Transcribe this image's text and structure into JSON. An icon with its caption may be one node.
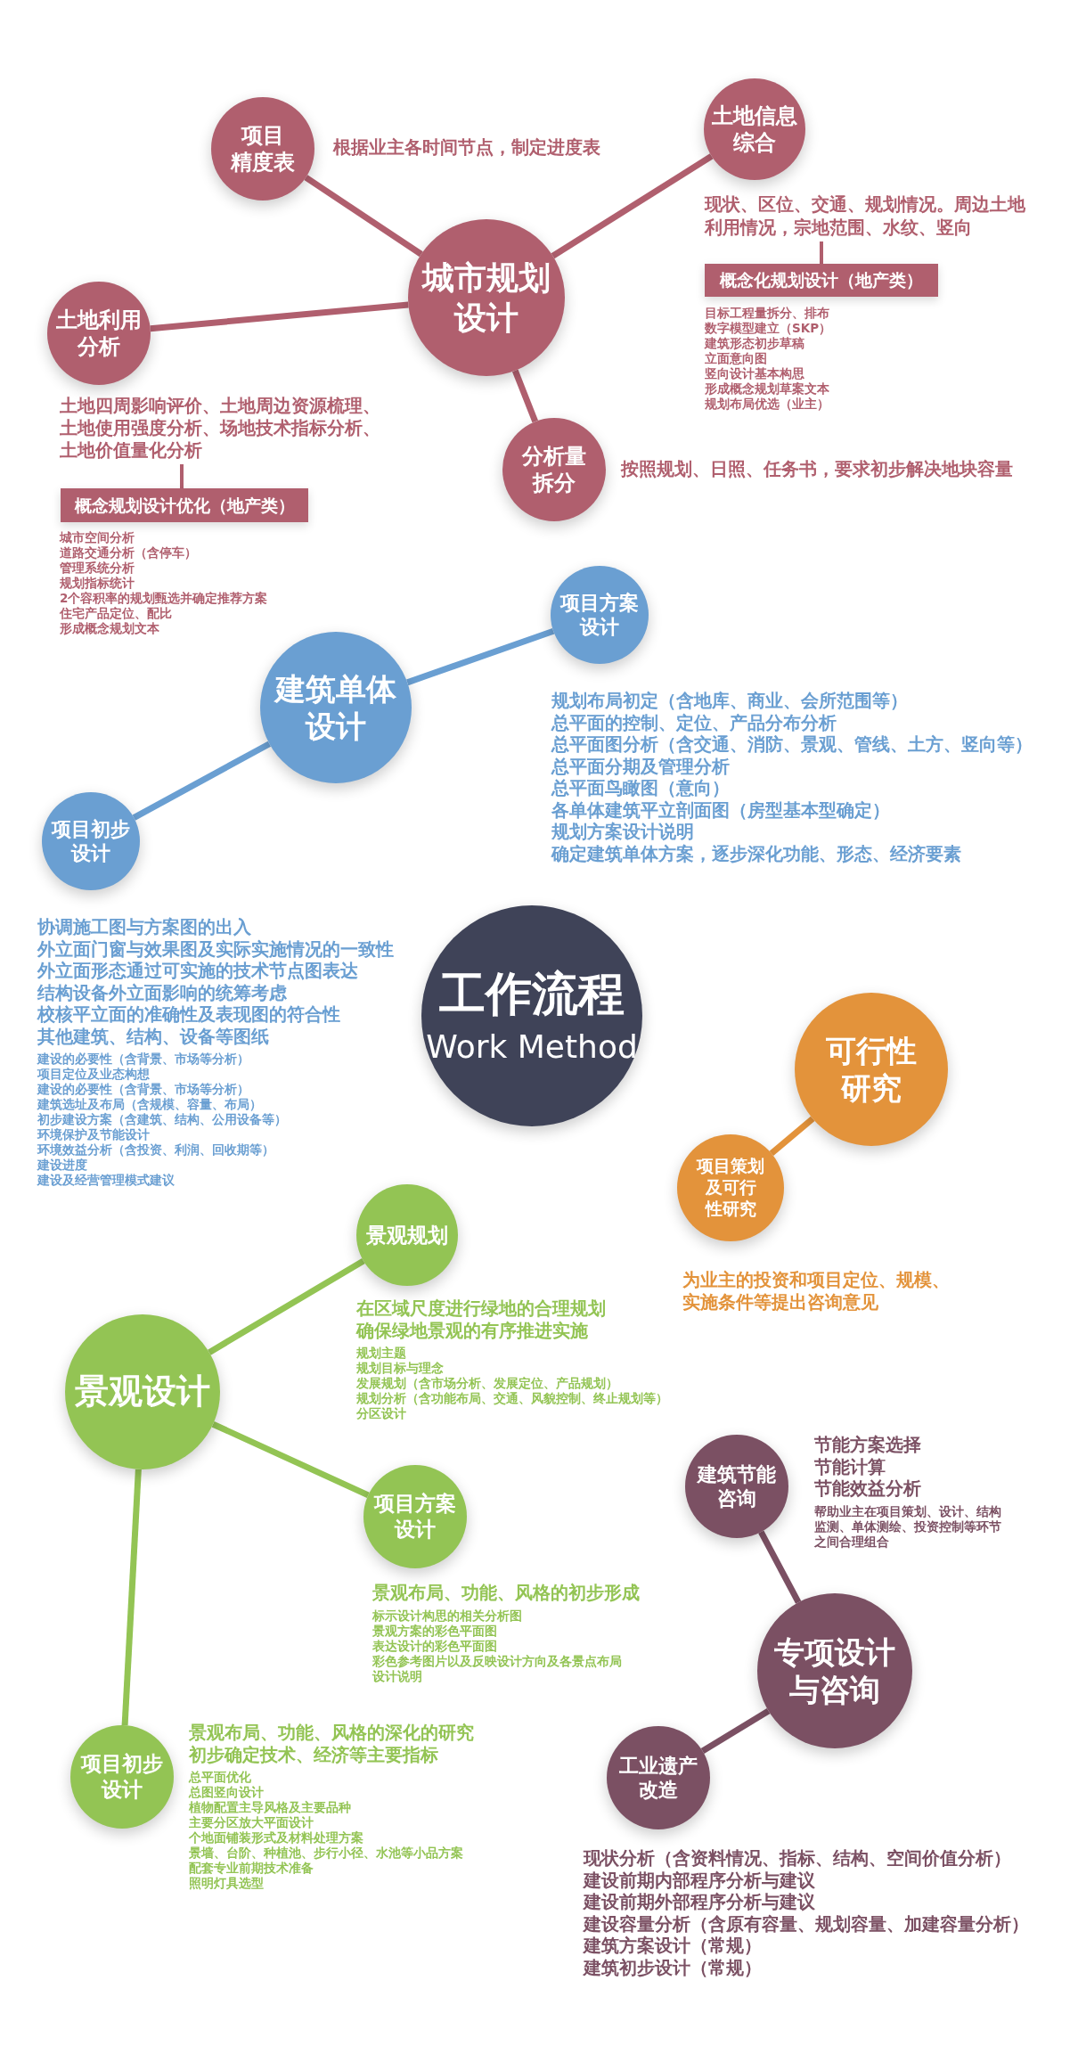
{
  "diagram": {
    "nodes": [
      {
        "text": [
          "工作流程",
          "Work Method"
        ]
      },
      {
        "text": [
          "城市规划设计"
        ]
      },
      {
        "text": [
          "项目精度表"
        ],
        "beside": [
          "根据业主各时间节点，制定进度表"
        ]
      },
      {
        "text": [
          "土地信息综合"
        ]
      },
      {
        "text": [
          "现状、区位、交通、规划情况。周边土地利用情况，宗地范围、水纹、竖向"
        ]
      },
      {
        "text": [
          "概念化规划设计（地产类）"
        ],
        "beside": [
          "目标工程量拆分、排布",
          "数字模型建立（SKP）",
          "建筑形态初步草稿",
          "立面意向图",
          "竖向设计基本构思",
          "形成概念规划草案文本",
          "规划布局优选（业主）"
        ]
      },
      {
        "text": [
          "土地利用分析"
        ]
      },
      {
        "text": [
          "土地四周影响评价、土地周边资源梳理、土地使用强度分析、场地技术指标分析、土地价值量化分析"
        ]
      },
      {
        "text": [
          "概念规划设计优化（地产类）"
        ],
        "beside": [
          "城市空间分析",
          "道路交通分析（含停车）",
          "管理系统分析",
          "规划指标统计",
          "2个容积率的规划甄选并确定推荐方案",
          "住宅产品定位、配比",
          "形成概念规划文本"
        ]
      },
      {
        "text": [
          "分析量拆分"
        ],
        "beside": [
          "按照规划、日照、任务书，要求初步解决地块容量"
        ]
      },
      {
        "text": [
          "建筑单体设计"
        ]
      },
      {
        "text": [
          "项目方案设计"
        ],
        "beside": [
          "规划布局初定（含地库、商业、会所范围等）",
          "总平面的控制、定位、产品分布分析",
          "总平面图分析（含交通、消防、景观、管线、土方、竖向等）",
          "总平面分期及管理分析",
          "总平面鸟瞰图（意向）",
          "各单体建筑平立剖面图（房型基本型确定）",
          "规划方案设计说明",
          "确定建筑单体方案，逐步深化功能、形态、经济要素"
        ]
      },
      {
        "text": [
          "项目初步设计"
        ],
        "beside": [
          "协调施工图与方案图的出入",
          "外立面门窗与效果图及实际实施情况的一致性",
          "外立面形态通过可实施的技术节点图表达",
          "结构设备外立面影响的统筹考虑",
          "校核平立面的准确性及表现图的符合性",
          "其他建筑、结构、设备等图纸",
          "建设的必要性（含背景、市场等分析）",
          "项目定位及业态构想",
          "建设的必要性（含背景、市场等分析）",
          "建筑选址及布局（含规模、容量、布局）",
          "初步建设方案（含建筑、结构、公用设备等）",
          "环境保护及节能设计",
          "环境效益分析（含投资、利润、回收期等）",
          "建设进度",
          "建设及经营管理模式建议"
        ]
      },
      {
        "text": [
          "可行性研究"
        ]
      },
      {
        "text": [
          "项目策划及可行性研究"
        ],
        "beside": [
          "为业主的投资和项目定位、规模、实施条件等提出咨询意见"
        ]
      },
      {
        "text": [
          "景观设计"
        ]
      },
      {
        "text": [
          "景观规划"
        ],
        "beside": [
          "在区域尺度进行绿地的合理规划",
          "确保绿地景观的有序推进实施",
          "规划主题",
          "规划目标与理念",
          "发展规划（含市场分析、发展定位、产品规划）",
          "规划分析（含功能布局、交通、风貌控制、终止规划等）",
          "分区设计"
        ]
      },
      {
        "text": [
          "项目方案设计"
        ],
        "beside": [
          "景观布局、功能、风格的初步形成",
          "标示设计构思的相关分析图",
          "景观方案的彩色平面图",
          "表达设计的彩色平面图",
          "彩色参考图片以及反映设计方向及各景点布局",
          "设计说明"
        ]
      },
      {
        "text": [
          "项目初步设计"
        ],
        "beside": [
          "景观布局、功能、风格的深化的研究",
          "初步确定技术、经济等主要指标",
          "总平面优化",
          "总图竖向设计",
          "植物配置主导风格及主要品种",
          "主要分区放大平面设计",
          "个地面铺装形式及材料处理方案",
          "景墙、台阶、种植池、步行小径、水池等小品方案",
          "配套专业前期技术准备",
          "照明灯具选型"
        ]
      },
      {
        "text": [
          "专项设计与咨询"
        ]
      },
      {
        "text": [
          "建筑节能咨询"
        ],
        "beside": [
          "节能方案选择",
          "节能计算",
          "节能效益分析",
          "帮助业主在项目策划、设计、结构监测、单体测绘、投资控制等环节之间合理组合"
        ]
      },
      {
        "text": [
          "工业遗产改造"
        ],
        "beside": [
          "现状分析（含资料情况、指标、结构、空间价值分析）",
          "建设前期内部程序分析与建议",
          "建设前期外部程序分析与建议",
          "建设容量分析（含原有容量、规划容量、加建容量分析）",
          "建筑方案设计（常规）",
          "建筑初步设计（常规）"
        ]
      }
    ],
    "edges": [
      {
        "from": 1,
        "to": 2,
        "arrow": "none",
        "color": "#b05f6e"
      },
      {
        "from": 1,
        "to": 3,
        "arrow": "none",
        "color": "#b05f6e"
      },
      {
        "from": 1,
        "to": 6,
        "arrow": "none",
        "color": "#b05f6e"
      },
      {
        "from": 1,
        "to": 9,
        "arrow": "none",
        "color": "#b05f6e"
      },
      {
        "from": 4,
        "to": 5,
        "arrow": "none",
        "color": "#b05f6e"
      },
      {
        "from": 7,
        "to": 8,
        "arrow": "none",
        "color": "#b05f6e"
      },
      {
        "from": 10,
        "to": 11,
        "arrow": "none",
        "color": "#6a9fd2"
      },
      {
        "from": 10,
        "to": 12,
        "arrow": "none",
        "color": "#6a9fd2"
      },
      {
        "from": 13,
        "to": 14,
        "arrow": "none",
        "color": "#e3933b"
      },
      {
        "from": 15,
        "to": 16,
        "arrow": "none",
        "color": "#93c454"
      },
      {
        "from": 15,
        "to": 17,
        "arrow": "none",
        "color": "#93c454"
      },
      {
        "from": 15,
        "to": 18,
        "arrow": "none",
        "color": "#93c454"
      },
      {
        "from": 19,
        "to": 20,
        "arrow": "none",
        "color": "#7b5063"
      },
      {
        "from": 19,
        "to": 21,
        "arrow": "none",
        "color": "#7b5063"
      }
    ]
  }
}
